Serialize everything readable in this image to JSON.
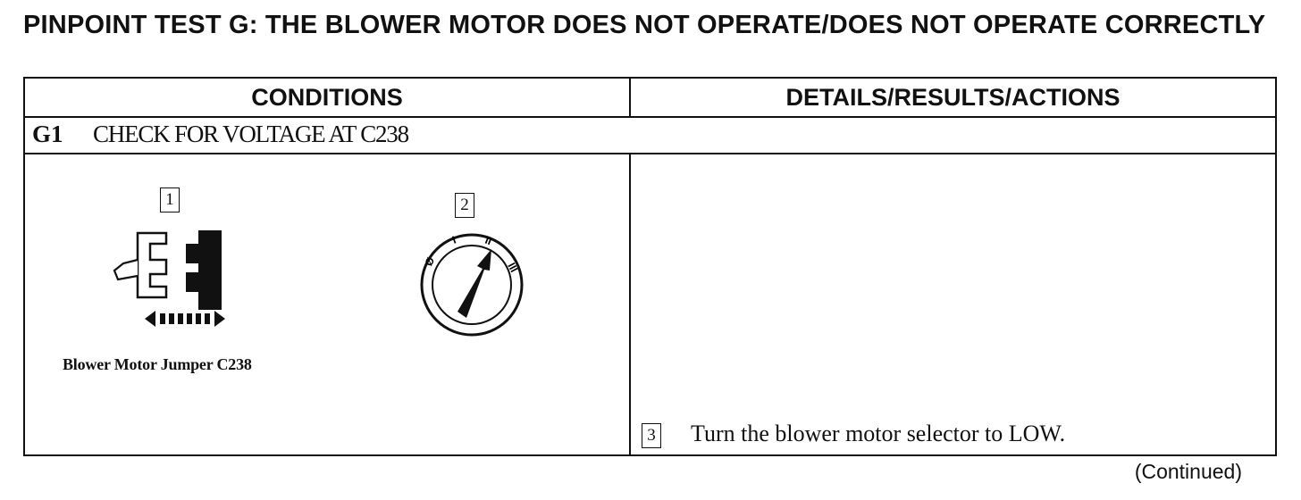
{
  "title": "PINPOINT TEST G: THE BLOWER MOTOR DOES NOT OPERATE/DOES NOT OPERATE CORRECTLY",
  "table": {
    "headers": [
      "CONDITIONS",
      "DETAILS/RESULTS/ACTIONS"
    ],
    "step": {
      "id": "G1",
      "title": "CHECK FOR VOLTAGE AT C238"
    },
    "conditions": {
      "figure_1": {
        "number": "1",
        "icon": "connector-jumper-icon",
        "caption": "Blower Motor Jumper C238"
      },
      "figure_2": {
        "number": "2",
        "icon": "blower-selector-dial-icon",
        "dial_positions": [
          "Ø",
          "I",
          "II",
          "III"
        ]
      }
    },
    "details": {
      "action_number": "3",
      "action_text": "Turn the blower motor selector to LOW."
    }
  },
  "footer": {
    "continued": "(Continued)"
  }
}
